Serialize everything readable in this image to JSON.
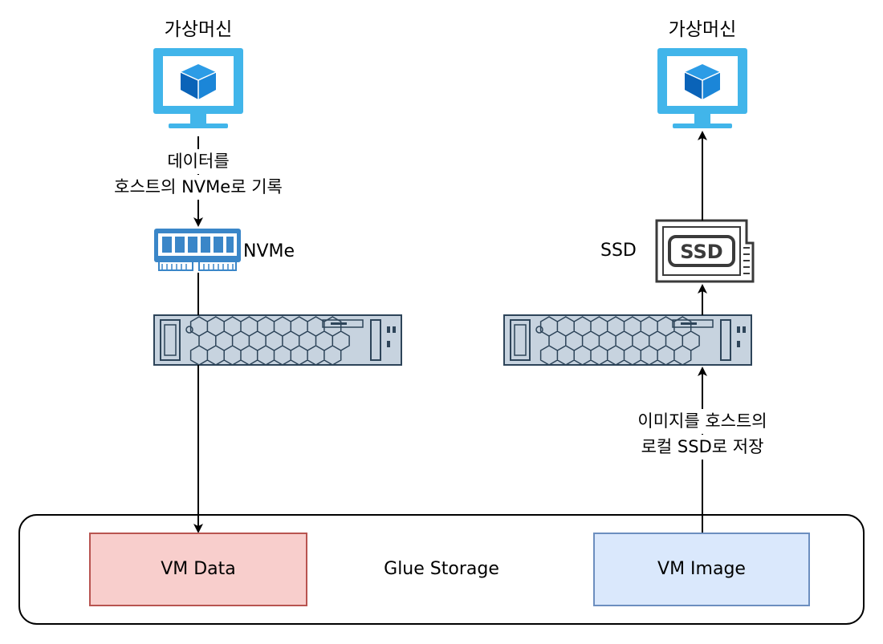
{
  "left": {
    "vm_label": "가상머신",
    "write_note": [
      "데이터를",
      "호스트의 NVMe로 기록"
    ],
    "nvme_label": "NVMe",
    "data_box": "VM Data"
  },
  "right": {
    "vm_label": "가상머신",
    "ssd_label": "SSD",
    "ssd_chip_text": "SSD",
    "store_note": [
      "이미지를 호스트의",
      "로컬 SSD로 저장"
    ],
    "image_box": "VM Image"
  },
  "storage": {
    "label": "Glue Storage"
  },
  "colors": {
    "monitor": "#41b5ea",
    "cube_dark": "#0a63b8",
    "cube_light": "#1b8fe0",
    "nvme": "#3a86c8",
    "server_fill": "#c7d3df",
    "server_stroke": "#2d4459",
    "ssd_stroke": "#3a3a3a",
    "data_fill": "#f8cecc",
    "data_stroke": "#b85450",
    "image_fill": "#dae8fc",
    "image_stroke": "#6c8ebf"
  },
  "icons": [
    "monitor-vm-icon",
    "nvme-memory-icon",
    "rack-server-icon",
    "ssd-drive-icon",
    "arrow-icon"
  ]
}
